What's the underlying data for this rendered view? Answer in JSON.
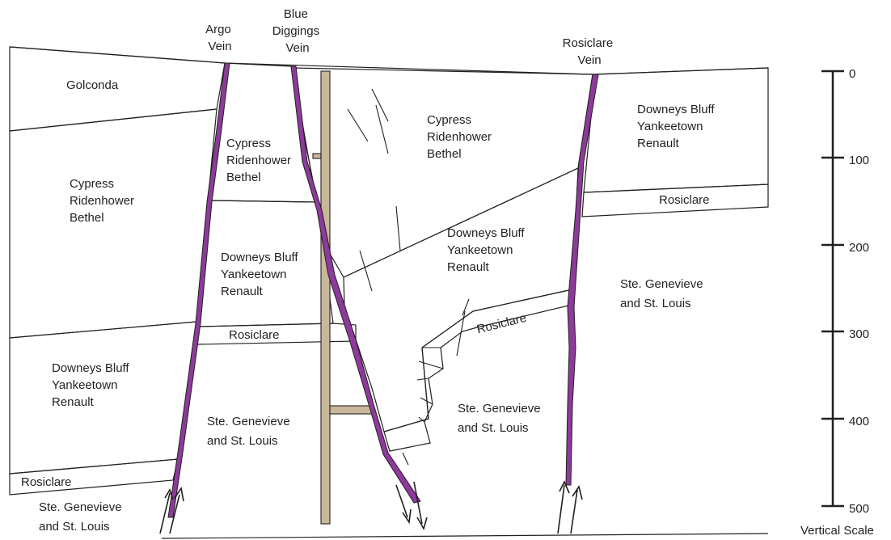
{
  "colors": {
    "golconda": "#a4d8b4",
    "cypress": "#fbf49c",
    "downeys": "#f4957a",
    "rosiclare": "#a8d89a",
    "genevieve": "#ffffff",
    "vein": "#8e3a9c",
    "shaft": "#c8b89a"
  },
  "veins": {
    "argo": [
      "Argo",
      "Vein"
    ],
    "blue_diggings": [
      "Blue",
      "Diggings",
      "Vein"
    ],
    "rosiclare": [
      "Rosiclare",
      "Vein"
    ]
  },
  "units": {
    "golconda": "Golconda",
    "cypress_left": [
      "Cypress",
      "Ridenhower",
      "Bethel"
    ],
    "cypress_mid": [
      "Cypress",
      "Ridenhower",
      "Bethel"
    ],
    "cypress_center": [
      "Cypress",
      "Ridenhower",
      "Bethel"
    ],
    "downeys_left": [
      "Downeys Bluff",
      "Yankeetown",
      "Renault"
    ],
    "downeys_mid": [
      "Downeys Bluff",
      "Yankeetown",
      "Renault"
    ],
    "downeys_center": [
      "Downeys Bluff",
      "Yankeetown",
      "Renault"
    ],
    "downeys_right": [
      "Downeys Bluff",
      "Yankeetown",
      "Renault"
    ],
    "rosiclare_left": "Rosiclare",
    "rosiclare_mid": "Rosiclare",
    "rosiclare_center": "Rosiclare",
    "rosiclare_right": "Rosiclare",
    "genevieve_left": [
      "Ste. Genevieve",
      "and St. Louis"
    ],
    "genevieve_mid": [
      "Ste. Genevieve",
      "and St. Louis"
    ],
    "genevieve_center": [
      "Ste. Genevieve",
      "and St. Louis"
    ],
    "genevieve_right": [
      "Ste. Genevieve",
      "and St. Louis"
    ]
  },
  "scale": {
    "ticks": [
      "0",
      "100",
      "200",
      "300",
      "400",
      "500"
    ],
    "title": "Vertical Scale"
  }
}
